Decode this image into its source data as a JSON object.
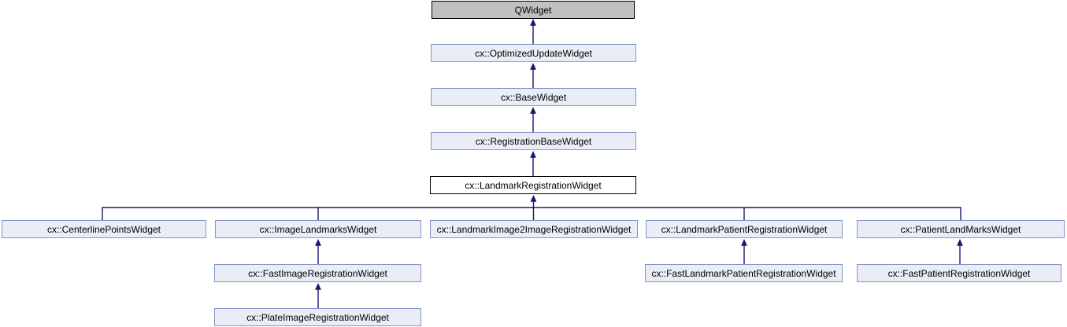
{
  "diagram": {
    "kind": "class-inheritance-graph",
    "nodes": {
      "qwidget": {
        "label": "QWidget",
        "style": "external"
      },
      "optimizedupdate": {
        "label": "cx::OptimizedUpdateWidget",
        "style": "linked"
      },
      "basewidget": {
        "label": "cx::BaseWidget",
        "style": "linked"
      },
      "registrationbase": {
        "label": "cx::RegistrationBaseWidget",
        "style": "linked"
      },
      "landmarkregistration": {
        "label": "cx::LandmarkRegistrationWidget",
        "style": "current"
      },
      "centerlinepoints": {
        "label": "cx::CenterlinePointsWidget",
        "style": "linked"
      },
      "imagelandmarks": {
        "label": "cx::ImageLandmarksWidget",
        "style": "linked"
      },
      "landmarkimage2image": {
        "label": "cx::LandmarkImage2ImageRegistrationWidget",
        "style": "linked"
      },
      "landmarkpatient": {
        "label": "cx::LandmarkPatientRegistrationWidget",
        "style": "linked"
      },
      "patientlandmarks": {
        "label": "cx::PatientLandMarksWidget",
        "style": "linked"
      },
      "fastimage": {
        "label": "cx::FastImageRegistrationWidget",
        "style": "linked"
      },
      "plateimage": {
        "label": "cx::PlateImageRegistrationWidget",
        "style": "linked"
      },
      "fastlandmarkpatient": {
        "label": "cx::FastLandmarkPatientRegistrationWidget",
        "style": "linked"
      },
      "fastpatient": {
        "label": "cx::FastPatientRegistrationWidget",
        "style": "linked"
      }
    },
    "edges": [
      {
        "from": "cx::OptimizedUpdateWidget",
        "to": "QWidget"
      },
      {
        "from": "cx::BaseWidget",
        "to": "cx::OptimizedUpdateWidget"
      },
      {
        "from": "cx::RegistrationBaseWidget",
        "to": "cx::BaseWidget"
      },
      {
        "from": "cx::LandmarkRegistrationWidget",
        "to": "cx::RegistrationBaseWidget"
      },
      {
        "from": "cx::CenterlinePointsWidget",
        "to": "cx::LandmarkRegistrationWidget"
      },
      {
        "from": "cx::ImageLandmarksWidget",
        "to": "cx::LandmarkRegistrationWidget"
      },
      {
        "from": "cx::LandmarkImage2ImageRegistrationWidget",
        "to": "cx::LandmarkRegistrationWidget"
      },
      {
        "from": "cx::LandmarkPatientRegistrationWidget",
        "to": "cx::LandmarkRegistrationWidget"
      },
      {
        "from": "cx::PatientLandMarksWidget",
        "to": "cx::LandmarkRegistrationWidget"
      },
      {
        "from": "cx::FastImageRegistrationWidget",
        "to": "cx::ImageLandmarksWidget"
      },
      {
        "from": "cx::PlateImageRegistrationWidget",
        "to": "cx::FastImageRegistrationWidget"
      },
      {
        "from": "cx::FastLandmarkPatientRegistrationWidget",
        "to": "cx::LandmarkPatientRegistrationWidget"
      },
      {
        "from": "cx::FastPatientRegistrationWidget",
        "to": "cx::PatientLandMarksWidget"
      }
    ],
    "colors": {
      "edge": "#191970",
      "node_fill": "#e9edf6",
      "node_border": "#8595c5",
      "external_fill": "#c0c0c0",
      "external_border": "#000000",
      "current_fill": "#ffffff",
      "current_border": "#000000",
      "background": "#ffffff",
      "text": "#000000"
    }
  }
}
